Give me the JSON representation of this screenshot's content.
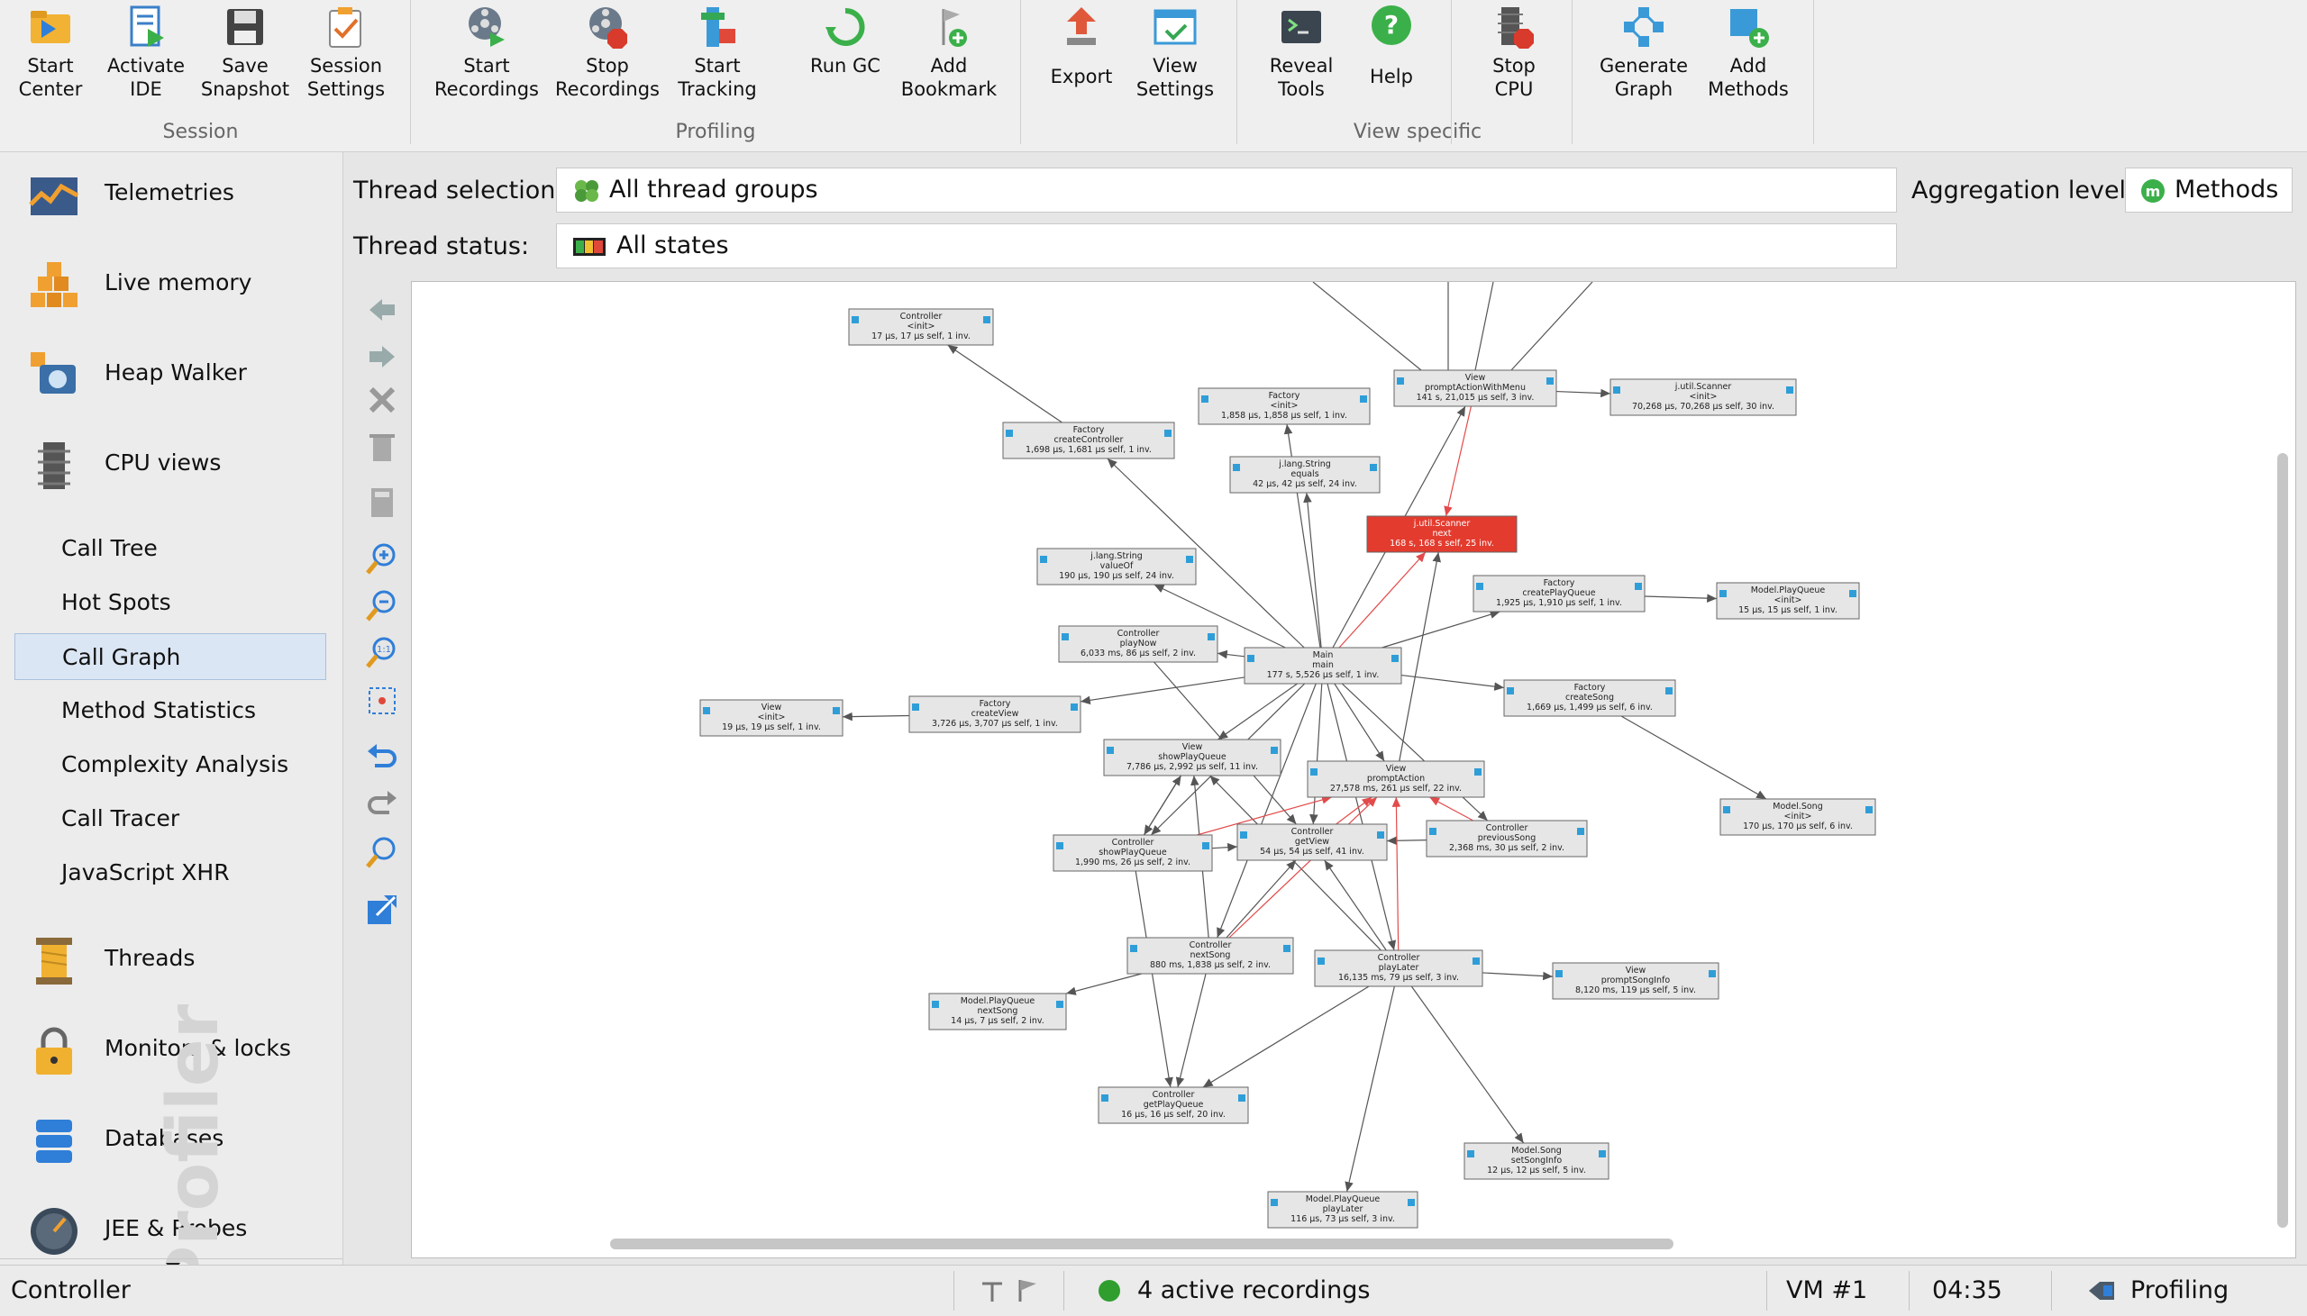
{
  "toolbar": {
    "buttons": [
      {
        "label": "Start\nCenter",
        "icon": "folder-arrow-icon"
      },
      {
        "label": "Activate\nIDE",
        "icon": "ide-arrow-icon"
      },
      {
        "label": "Save\nSnapshot",
        "icon": "floppy-disk-icon"
      },
      {
        "label": "Session\nSettings",
        "icon": "clipboard-check-icon"
      },
      {
        "label": "Start\nRecordings",
        "icon": "film-reel-play-icon"
      },
      {
        "label": "Stop\nRecordings",
        "icon": "film-reel-stop-icon"
      },
      {
        "label": "Start\nTracking",
        "icon": "tracking-icon"
      },
      {
        "label": "Run GC",
        "icon": "recycle-icon"
      },
      {
        "label": "Add\nBookmark",
        "icon": "bookmark-pin-icon"
      },
      {
        "label": "Export",
        "icon": "export-arrow-icon"
      },
      {
        "label": "View\nSettings",
        "icon": "view-settings-icon"
      },
      {
        "label": "Reveal\nTools",
        "icon": "terminal-icon"
      },
      {
        "label": "Help",
        "icon": "help-icon"
      },
      {
        "label": "Stop\nCPU",
        "icon": "cpu-stop-icon"
      },
      {
        "label": "Generate\nGraph",
        "icon": "graph-icon"
      },
      {
        "label": "Add\nMethods",
        "icon": "add-methods-icon"
      }
    ],
    "groups": [
      "Session",
      "Profiling",
      "View specific"
    ]
  },
  "sidebar": {
    "sections": [
      {
        "label": "Telemetries",
        "icon": "telemetries-icon"
      },
      {
        "label": "Live memory",
        "icon": "live-memory-icon"
      },
      {
        "label": "Heap Walker",
        "icon": "heap-walker-icon"
      },
      {
        "label": "CPU views",
        "icon": "cpu-views-icon"
      }
    ],
    "cpu_items": [
      "Call Tree",
      "Hot Spots",
      "Call Graph",
      "Method Statistics",
      "Complexity Analysis",
      "Call Tracer",
      "JavaScript XHR"
    ],
    "selected": "Call Graph",
    "more_sections": [
      {
        "label": "Threads",
        "icon": "threads-icon"
      },
      {
        "label": "Monitors & locks",
        "icon": "lock-icon"
      },
      {
        "label": "Databases",
        "icon": "database-icon"
      },
      {
        "label": "JEE & Probes",
        "icon": "gauge-icon"
      }
    ],
    "watermark": "JProfiler"
  },
  "header": {
    "thread_selection_label": "Thread selection:",
    "thread_selection_value": "All thread groups",
    "thread_status_label": "Thread status:",
    "thread_status_value": "All states",
    "aggregation_label": "Aggregation level:",
    "aggregation_value": "Methods"
  },
  "graph": {
    "nodes": [
      {
        "id": "n1",
        "l1": "Controller",
        "l2": "<init>",
        "l3": "17 µs, 17 µs self, 1 inv."
      },
      {
        "id": "n2",
        "l1": "Factory",
        "l2": "<init>",
        "l3": "1,858 µs, 1,858 µs self, 1 inv."
      },
      {
        "id": "n3",
        "l1": "View",
        "l2": "promptActionWithMenu",
        "l3": "141 s, 21,015 µs self, 3 inv."
      },
      {
        "id": "n4",
        "l1": "j.util.Scanner",
        "l2": "<init>",
        "l3": "70,268 µs, 70,268 µs self, 30 inv."
      },
      {
        "id": "n5",
        "l1": "Factory",
        "l2": "createController",
        "l3": "1,698 µs, 1,681 µs self, 1 inv."
      },
      {
        "id": "n6",
        "l1": "j.lang.String",
        "l2": "equals",
        "l3": "42 µs, 42 µs self, 24 inv."
      },
      {
        "id": "n7",
        "l1": "j.util.Scanner",
        "l2": "next",
        "l3": "168 s, 168 s self, 25 inv.",
        "hot": true
      },
      {
        "id": "n8",
        "l1": "j.lang.String",
        "l2": "valueOf",
        "l3": "190 µs, 190 µs self, 24 inv."
      },
      {
        "id": "n9",
        "l1": "Factory",
        "l2": "createPlayQueue",
        "l3": "1,925 µs, 1,910 µs self, 1 inv."
      },
      {
        "id": "n10",
        "l1": "Model.PlayQueue",
        "l2": "<init>",
        "l3": "15 µs, 15 µs self, 1 inv."
      },
      {
        "id": "n11",
        "l1": "Controller",
        "l2": "playNow",
        "l3": "6,033 ms, 86 µs self, 2 inv."
      },
      {
        "id": "n12",
        "l1": "Main",
        "l2": "main",
        "l3": "177 s, 5,526 µs self, 1 inv."
      },
      {
        "id": "n13",
        "l1": "Factory",
        "l2": "createSong",
        "l3": "1,669 µs, 1,499 µs self, 6 inv."
      },
      {
        "id": "n14",
        "l1": "View",
        "l2": "<init>",
        "l3": "19 µs, 19 µs self, 1 inv."
      },
      {
        "id": "n15",
        "l1": "Factory",
        "l2": "createView",
        "l3": "3,726 µs, 3,707 µs self, 1 inv."
      },
      {
        "id": "n16",
        "l1": "View",
        "l2": "showPlayQueue",
        "l3": "7,786 µs, 2,992 µs self, 11 inv."
      },
      {
        "id": "n17",
        "l1": "View",
        "l2": "promptAction",
        "l3": "27,578 ms, 261 µs self, 22 inv."
      },
      {
        "id": "n18",
        "l1": "Model.Song",
        "l2": "<init>",
        "l3": "170 µs, 170 µs self, 6 inv."
      },
      {
        "id": "n19",
        "l1": "Controller",
        "l2": "showPlayQueue",
        "l3": "1,990 ms, 26 µs self, 2 inv."
      },
      {
        "id": "n20",
        "l1": "Controller",
        "l2": "getView",
        "l3": "54 µs, 54 µs self, 41 inv."
      },
      {
        "id": "n21",
        "l1": "Controller",
        "l2": "previousSong",
        "l3": "2,368 ms, 30 µs self, 2 inv."
      },
      {
        "id": "n22",
        "l1": "Controller",
        "l2": "nextSong",
        "l3": "880 ms, 1,838 µs self, 2 inv."
      },
      {
        "id": "n23",
        "l1": "Controller",
        "l2": "playLater",
        "l3": "16,135 ms, 79 µs self, 3 inv."
      },
      {
        "id": "n24",
        "l1": "View",
        "l2": "promptSongInfo",
        "l3": "8,120 ms, 119 µs self, 5 inv."
      },
      {
        "id": "n25",
        "l1": "Model.PlayQueue",
        "l2": "nextSong",
        "l3": "14 µs, 7 µs self, 2 inv."
      },
      {
        "id": "n26",
        "l1": "Controller",
        "l2": "getPlayQueue",
        "l3": "16 µs, 16 µs self, 20 inv."
      },
      {
        "id": "n27",
        "l1": "Model.Song",
        "l2": "setSongInfo",
        "l3": "12 µs, 12 µs self, 5 inv."
      },
      {
        "id": "n28",
        "l1": "Model.PlayQueue",
        "l2": "playLater",
        "l3": "116 µs, 73 µs self, 3 inv."
      }
    ],
    "edges": [
      [
        "n5",
        "n1"
      ],
      [
        "n12",
        "n5"
      ],
      [
        "n12",
        "n2"
      ],
      [
        "n12",
        "n6"
      ],
      [
        "n3",
        "n4"
      ],
      [
        "n12",
        "n8"
      ],
      [
        "n12",
        "n9"
      ],
      [
        "n9",
        "n10"
      ],
      [
        "n12",
        "n11"
      ],
      [
        "n12",
        "n15"
      ],
      [
        "n15",
        "n14"
      ],
      [
        "n12",
        "n13"
      ],
      [
        "n13",
        "n18"
      ],
      [
        "n12",
        "n16"
      ],
      [
        "n12",
        "n17"
      ],
      [
        "n12",
        "n19"
      ],
      [
        "n12",
        "n20"
      ],
      [
        "n12",
        "n21"
      ],
      [
        "n12",
        "n22"
      ],
      [
        "n12",
        "n23"
      ],
      [
        "n23",
        "n24"
      ],
      [
        "n22",
        "n25"
      ],
      [
        "n22",
        "n26"
      ],
      [
        "n23",
        "n26"
      ],
      [
        "n19",
        "n26"
      ],
      [
        "n23",
        "n27"
      ],
      [
        "n23",
        "n28"
      ],
      [
        "n19",
        "n16"
      ],
      [
        "n16",
        "n19"
      ],
      [
        "n22",
        "n16"
      ],
      [
        "n21",
        "n20"
      ],
      [
        "n23",
        "n20"
      ],
      [
        "n11",
        "n20"
      ],
      [
        "n17",
        "n7"
      ],
      [
        "n12",
        "n3"
      ],
      [
        "n22",
        "n20"
      ],
      [
        "n19",
        "n20"
      ],
      [
        "n23",
        "n16"
      ]
    ],
    "red_edges": [
      [
        "n3",
        "n7"
      ],
      [
        "n12",
        "n7"
      ],
      [
        "n19",
        "n17"
      ],
      [
        "n22",
        "n17"
      ],
      [
        "n23",
        "n17"
      ],
      [
        "n21",
        "n17"
      ],
      [
        "n20",
        "n17"
      ]
    ]
  },
  "status": {
    "left": "Controller",
    "recordings": "4 active recordings",
    "vm": "VM #1",
    "time": "04:35",
    "mode": "Profiling"
  },
  "colors": {
    "hot_node": "#e33b2e",
    "node_fill": "#e6e6e6",
    "selection": "#dbe6f4",
    "red_edge": "#e34a4a"
  }
}
